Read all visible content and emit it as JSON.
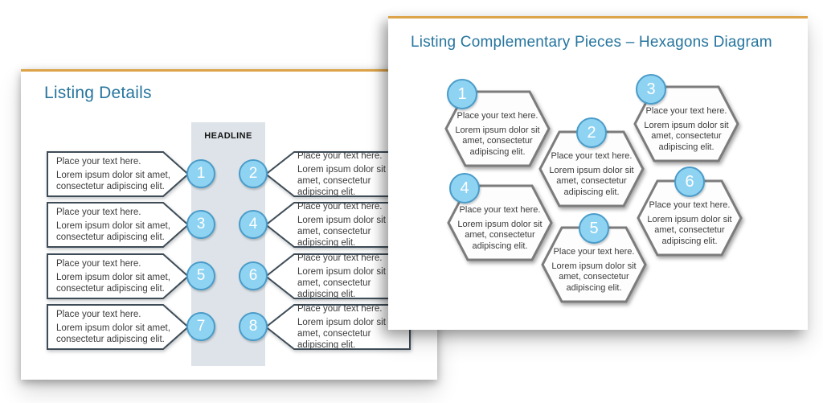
{
  "colors": {
    "accent_bar": "#DCA348",
    "slide_title": "#26759E",
    "circle_fill": "#8FD3F3",
    "circle_border": "#4A9CC9",
    "callout_border": "#3E4C57",
    "hexagon_border": "#7C7C7C",
    "headline_column_bg": "#DDE3E8",
    "body_text": "#3C3C3C"
  },
  "slide_left": {
    "title": "Listing Details",
    "headline_label": "HEADLINE",
    "callouts": [
      {
        "number": "1",
        "heading": "Place your text here.",
        "body": "Lorem ipsum dolor sit amet, consectetur adipiscing elit."
      },
      {
        "number": "2",
        "heading": "Place your text here.",
        "body": "Lorem ipsum dolor sit amet, consectetur adipiscing elit."
      },
      {
        "number": "3",
        "heading": "Place your text here.",
        "body": "Lorem ipsum dolor sit amet, consectetur adipiscing elit."
      },
      {
        "number": "4",
        "heading": "Place your text here.",
        "body": "Lorem ipsum dolor sit amet, consectetur adipiscing elit."
      },
      {
        "number": "5",
        "heading": "Place your text here.",
        "body": "Lorem ipsum dolor sit amet, consectetur adipiscing elit."
      },
      {
        "number": "6",
        "heading": "Place your text here.",
        "body": "Lorem ipsum dolor sit amet, consectetur adipiscing elit."
      },
      {
        "number": "7",
        "heading": "Place your text here.",
        "body": "Lorem ipsum dolor sit amet, consectetur adipiscing elit."
      },
      {
        "number": "8",
        "heading": "Place your text here.",
        "body": "Lorem ipsum dolor sit amet, consectetur adipiscing elit."
      }
    ]
  },
  "slide_right": {
    "title": "Listing Complementary Pieces – Hexagons Diagram",
    "hexagons": [
      {
        "number": "1",
        "heading": "Place your text here.",
        "body": "Lorem ipsum dolor sit amet, consectetur adipiscing elit."
      },
      {
        "number": "2",
        "heading": "Place your text here.",
        "body": "Lorem ipsum dolor sit amet, consectetur adipiscing elit."
      },
      {
        "number": "3",
        "heading": "Place your text here.",
        "body": "Lorem ipsum dolor sit amet, consectetur adipiscing elit."
      },
      {
        "number": "4",
        "heading": "Place your text here.",
        "body": "Lorem ipsum dolor sit amet, consectetur adipiscing elit."
      },
      {
        "number": "5",
        "heading": "Place your text here.",
        "body": "Lorem ipsum dolor sit amet, consectetur adipiscing elit."
      },
      {
        "number": "6",
        "heading": "Place your text here.",
        "body": "Lorem ipsum dolor sit amet, consectetur adipiscing elit."
      }
    ]
  }
}
